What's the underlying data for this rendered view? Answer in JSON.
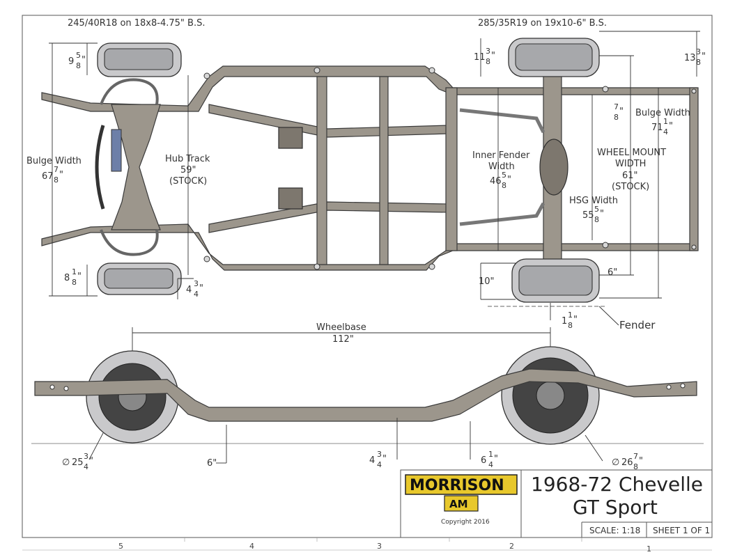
{
  "front_tire_spec": "245/40R18 on 18x8-4.75\" B.S.",
  "rear_tire_spec": "285/35R19 on 19x10-6\" B.S.",
  "dims": {
    "front_top_offset": {
      "whole": "9",
      "num": "5",
      "den": "8",
      "unit": "\""
    },
    "front_bottom_offset": {
      "whole": "8",
      "num": "1",
      "den": "8",
      "unit": "\""
    },
    "front_bulge_label": "Bulge Width",
    "front_bulge": {
      "whole": "67",
      "num": "7",
      "den": "8",
      "unit": "\""
    },
    "hub_track_label": "Hub Track",
    "hub_track_value": "59\"",
    "hub_track_note": "(STOCK)",
    "front_hub_offset": {
      "whole": "4",
      "num": "3",
      "den": "4",
      "unit": "\""
    },
    "rear_top_offset": {
      "whole": "11",
      "num": "3",
      "den": "8",
      "unit": "\""
    },
    "rear_right_offset": {
      "whole": "13",
      "num": "3",
      "den": "8",
      "unit": "\""
    },
    "rear_small": {
      "whole": "",
      "num": "7",
      "den": "8",
      "unit": "\""
    },
    "rear_bulge_label": "Bulge Width",
    "rear_bulge": {
      "whole": "71",
      "num": "1",
      "den": "4",
      "unit": "\""
    },
    "inner_fender_label_1": "Inner Fender",
    "inner_fender_label_2": "Width",
    "inner_fender": {
      "whole": "46",
      "num": "5",
      "den": "8",
      "unit": "\""
    },
    "wheel_mount_label_1": "WHEEL MOUNT",
    "wheel_mount_label_2": "WIDTH",
    "wheel_mount_value": "61\"",
    "wheel_mount_note": "(STOCK)",
    "hsg_label": "HSG Width",
    "hsg": {
      "whole": "55",
      "num": "5",
      "den": "8",
      "unit": "\""
    },
    "rear_tire_offset": "10\"",
    "rear_six": "6\"",
    "rear_fender_gap": {
      "whole": "1",
      "num": "1",
      "den": "8",
      "unit": "\""
    },
    "fender_label": "Fender",
    "wheelbase_label": "Wheelbase",
    "wheelbase_value": "112\"",
    "front_diameter": {
      "prefix": "∅",
      "whole": "25",
      "num": "3",
      "den": "4",
      "unit": "\""
    },
    "rear_diameter": {
      "prefix": "∅",
      "whole": "26",
      "num": "7",
      "den": "8",
      "unit": "\""
    },
    "ground_front": "6\"",
    "ground_mid": {
      "whole": "4",
      "num": "3",
      "den": "4",
      "unit": "\""
    },
    "ground_rear": {
      "whole": "6",
      "num": "1",
      "den": "4",
      "unit": "\""
    }
  },
  "title_block": {
    "logo_text": "MORRISON",
    "logo_sub": "AM",
    "copyright": "Copyright 2016",
    "title_line_1": "1968-72 Chevelle",
    "title_line_2": "GT Sport",
    "scale": "SCALE: 1:18",
    "sheet": "SHEET 1 OF 1"
  },
  "zones": [
    "5",
    "4",
    "3",
    "2",
    "1"
  ],
  "colors": {
    "frame": "#9c968c",
    "tire": "#c9c9cb",
    "logo": "#e8c82c"
  }
}
